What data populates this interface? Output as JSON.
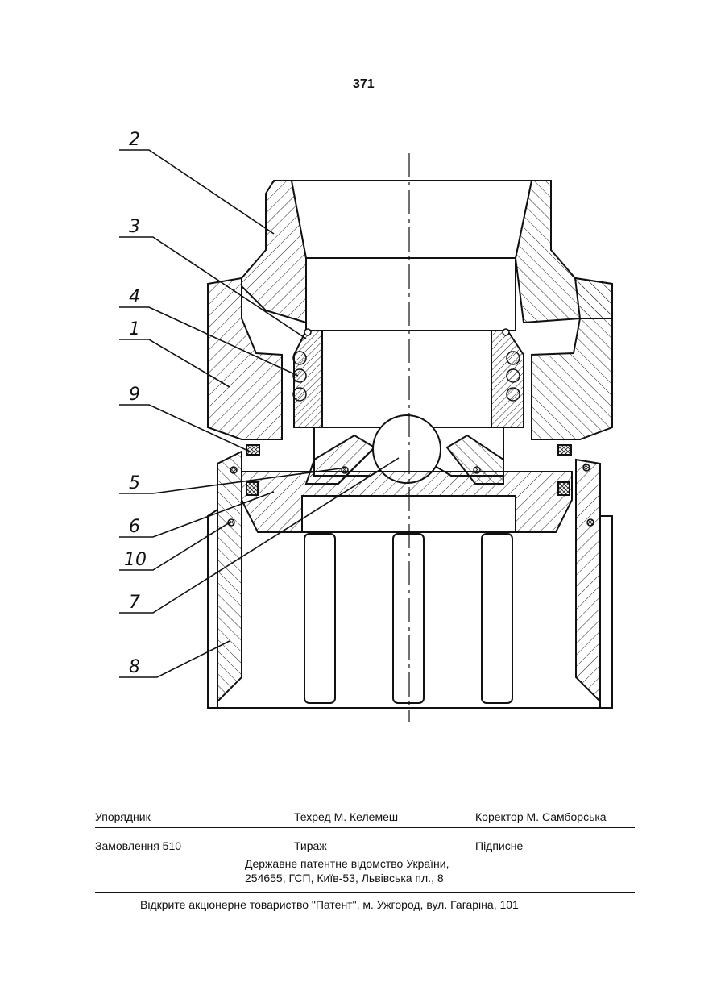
{
  "page_number": "371",
  "figure": {
    "labels": [
      "2",
      "3",
      "4",
      "1",
      "9",
      "5",
      "6",
      "10",
      "7",
      "8"
    ]
  },
  "footer": {
    "compiler": "Упорядник",
    "tech_editor": "Техред М. Келемеш",
    "proofreader": "Коректор М. Самборська",
    "order": "Замовлення 510",
    "circulation": "Тираж",
    "subscription": "Підписне",
    "office_line1": "Державне патентне відомство України,",
    "office_line2": "254655, ГСП, Київ-53, Львівська пл., 8",
    "publisher": "Відкрите акціонерне товариство \"Патент\", м. Ужгород, вул. Гагаріна, 101"
  }
}
